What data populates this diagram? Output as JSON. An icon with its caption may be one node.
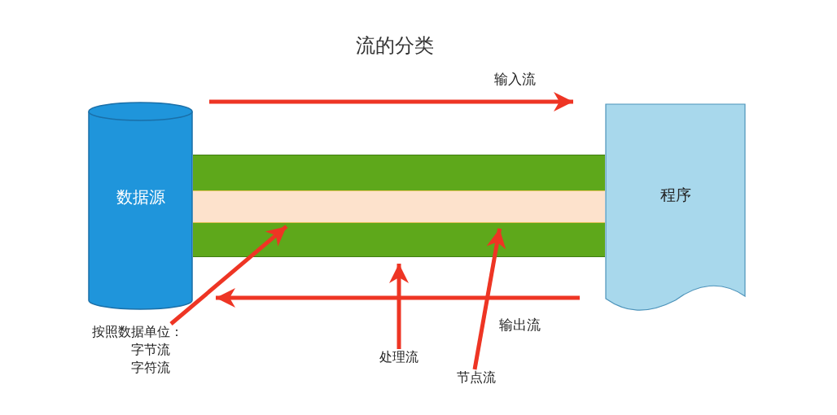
{
  "diagram": {
    "title": "流的分类",
    "nodes": [
      {
        "text": [
          "数据源"
        ]
      },
      {
        "text": [],
        "shape": "bar"
      },
      {
        "text": [],
        "shape": "bar",
        "in": 1
      },
      {
        "text": [
          "程序"
        ]
      },
      {
        "text": [
          "按照数据单位：",
          "字节流",
          "字符流"
        ]
      },
      {
        "text": [
          "处理流"
        ]
      },
      {
        "text": [
          "节点流"
        ]
      }
    ],
    "edges": [
      {
        "from": 0,
        "to": 3,
        "arrow": "to",
        "label": "输入流"
      },
      {
        "from": 3,
        "to": 0,
        "arrow": "to",
        "label": "输出流"
      },
      {
        "from": 4,
        "to": 2,
        "arrow": "to"
      },
      {
        "from": 5,
        "to": 1,
        "arrow": "to"
      },
      {
        "from": 6,
        "to": 2,
        "arrow": "to"
      }
    ]
  }
}
